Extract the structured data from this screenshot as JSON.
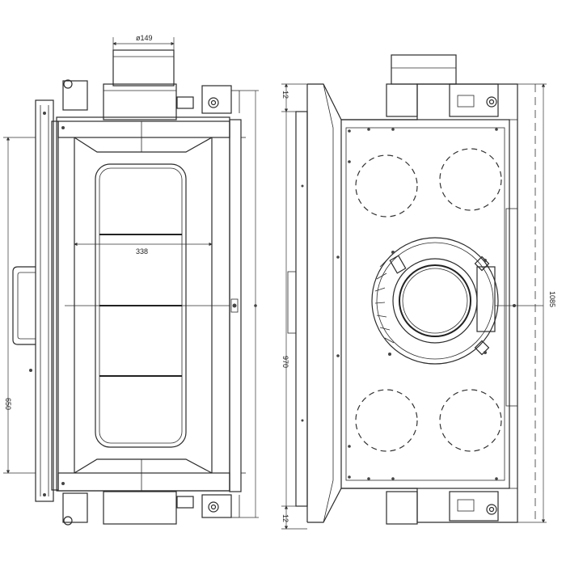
{
  "dimensions": {
    "flue_diameter": "ø149",
    "glass_width": "338",
    "left_height": "650",
    "right_depth": "970",
    "right_height": "1085",
    "top_margin": "12",
    "bottom_margin": "12"
  }
}
